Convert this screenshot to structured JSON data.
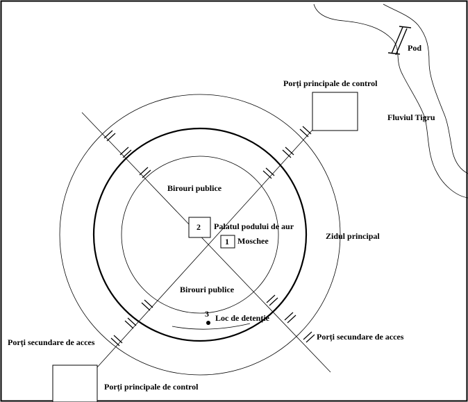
{
  "labels": {
    "pod": "Pod",
    "gate_main_ne": "Porți principale de control",
    "river": "Fluviul Tigru",
    "offices_north": "Birouri publice",
    "palace_number": "2",
    "palace": "Palatul podului de aur",
    "mosque_number": "1",
    "mosque": "Moschee",
    "main_wall": "Zidul principal",
    "offices_south": "Birouri publice",
    "detention_number": "3",
    "detention": "Loc de detenție",
    "gate_secondary_sw": "Porți secundare de acces",
    "gate_secondary_se": "Porți secundare de acces",
    "gate_main_sw": "Porți principale de control"
  }
}
